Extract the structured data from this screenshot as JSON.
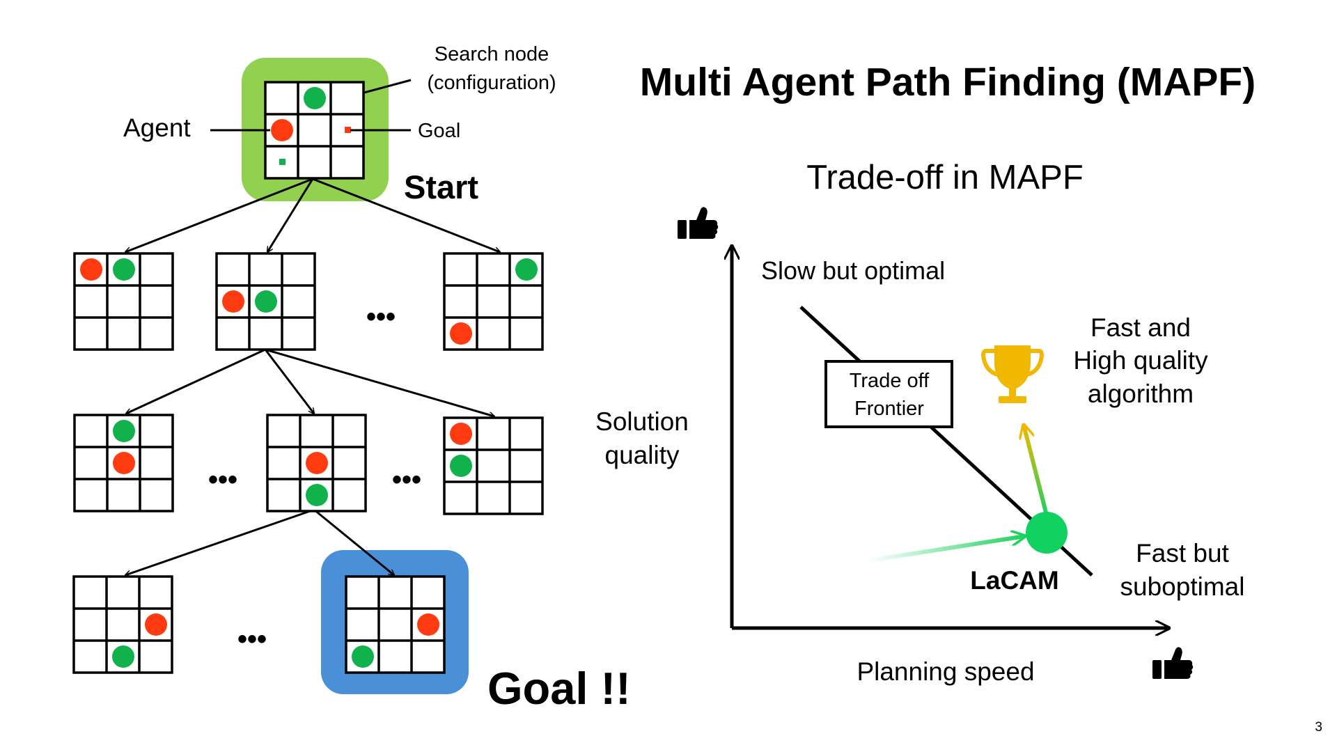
{
  "title": "Multi Agent Path Finding (MAPF)",
  "tree": {
    "callouts": {
      "search_node_line1": "Search node",
      "search_node_line2": "(configuration)",
      "agent": "Agent",
      "goal": "Goal"
    },
    "start_label": "Start",
    "goal_label": "Goal !!",
    "ellipsis": "•••"
  },
  "tradeoff": {
    "title": "Trade-off in MAPF",
    "ylabel_line1": "Solution",
    "ylabel_line2": "quality",
    "xlabel": "Planning speed",
    "slow_optimal": "Slow but optimal",
    "fast_hq_line1": "Fast and",
    "fast_hq_line2": "High quality",
    "fast_hq_line3": "algorithm",
    "frontier_line1": "Trade off",
    "frontier_line2": "Frontier",
    "fast_sub_line1": "Fast but",
    "fast_sub_line2": "suboptimal",
    "lacam": "LaCAM"
  },
  "page_number": "3",
  "colors": {
    "agent_red": "#ff3b12",
    "agent_green": "#11b14b",
    "start_highlight": "#92d050",
    "goal_highlight": "#4a90d9",
    "lacam_dot": "#11d160",
    "arrow_gold": "#f0b800",
    "trophy": "#f0b800"
  },
  "icons": [
    "thumbs-up-icon",
    "trophy-icon"
  ]
}
